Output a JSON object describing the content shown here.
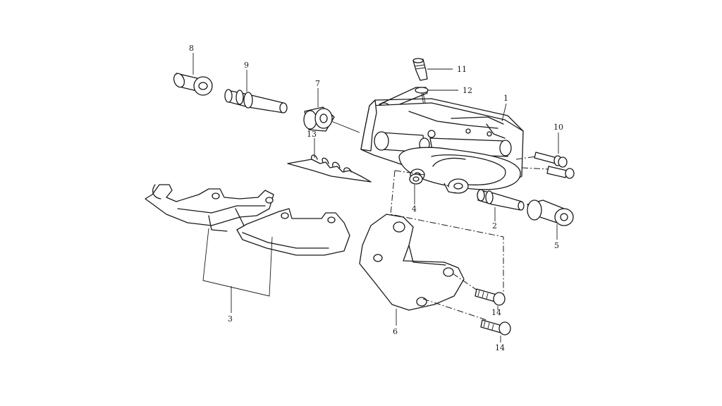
{
  "callouts": {
    "c1": "1",
    "c2": "2",
    "c3": "3",
    "c4": "4",
    "c5": "5",
    "c6": "6",
    "c7": "7",
    "c8": "8",
    "c9": "9",
    "c10": "10",
    "c11": "11",
    "c12": "12",
    "c13": "13",
    "c14a": "14",
    "c14b": "14"
  }
}
